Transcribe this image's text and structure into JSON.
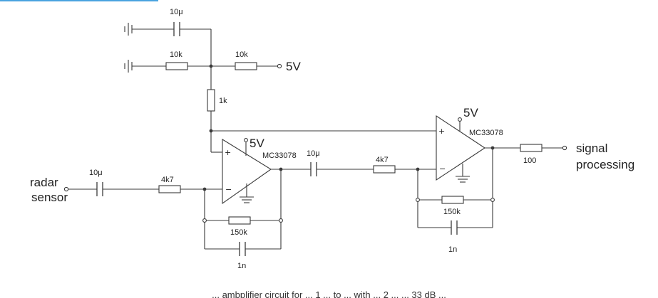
{
  "labels": {
    "cap_top": "10μ",
    "r_top_left": "10k",
    "r_top_right": "10k",
    "supply_top": "5V",
    "r_vertical": "1k",
    "supply_amp1": "5V",
    "supply_amp2": "5V",
    "opamp1": "MC33078",
    "opamp2": "MC33078",
    "cap_input": "10μ",
    "r_input": "4k7",
    "cap_coupling": "10μ",
    "r_coupling": "4k7",
    "r_fb1": "150k",
    "c_fb1": "1n",
    "r_fb2": "150k",
    "c_fb2": "1n",
    "r_out": "100",
    "plus": "+",
    "minus": "−",
    "input_line1": "radar",
    "input_line2": "sensor",
    "output_line1": "signal",
    "output_line2": "processing"
  },
  "caption": "... ambplifier circuit for ... 1 ... to ... with ... 2 ... ... 33 dB ..."
}
